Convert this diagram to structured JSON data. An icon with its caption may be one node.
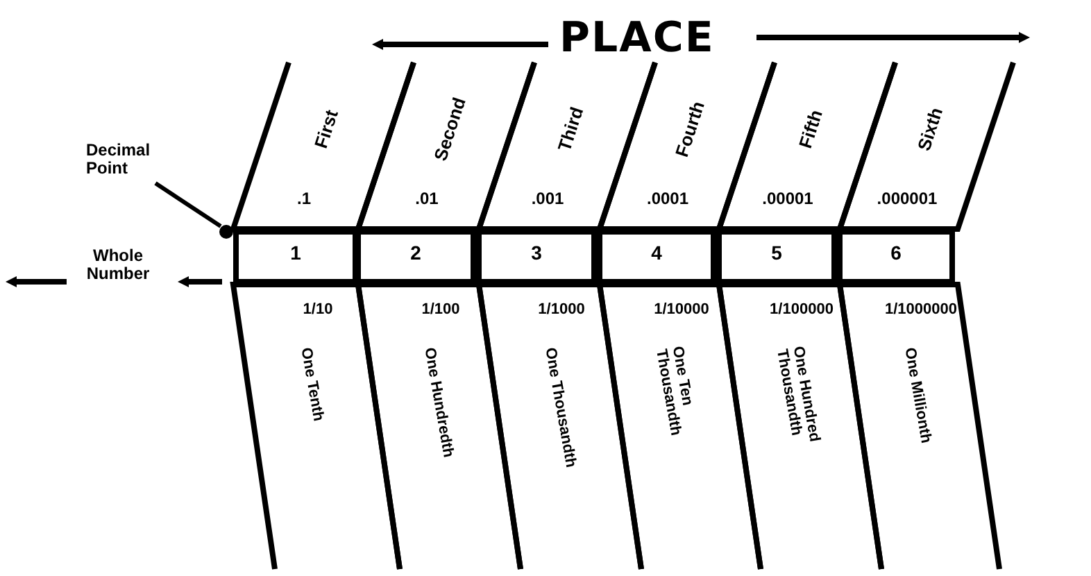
{
  "diagram": {
    "nodes": [
      {
        "text": [
          "Decimal Point"
        ]
      },
      {
        "text": [],
        "shape": "circle"
      },
      {
        "text": [
          "First",
          ".1"
        ]
      },
      {
        "text": [
          "Second",
          ".01"
        ]
      },
      {
        "text": [
          "Third",
          ".001"
        ]
      },
      {
        "text": [
          "Fourth",
          ".0001"
        ]
      },
      {
        "text": [
          "Fifth",
          ".00001"
        ]
      },
      {
        "text": [
          "Sixth",
          ".000001"
        ]
      },
      {
        "text": [
          "1"
        ]
      },
      {
        "text": [
          "2"
        ]
      },
      {
        "text": [
          "3"
        ]
      },
      {
        "text": [
          "4"
        ]
      },
      {
        "text": [
          "5"
        ]
      },
      {
        "text": [
          "6"
        ]
      },
      {
        "text": [
          "1/10",
          "One Tenth"
        ]
      },
      {
        "text": [
          "1/100",
          "One Hundredth"
        ]
      },
      {
        "text": [
          "1/1000",
          "One Thousandth"
        ]
      },
      {
        "text": [
          "1/10000",
          "One Ten Thousandth"
        ]
      },
      {
        "text": [
          "1/100000",
          "One Hundred Thousandth"
        ]
      },
      {
        "text": [
          "1/1000000",
          "One Millionth"
        ]
      }
    ],
    "edges": [
      {
        "from": 0,
        "to": 1,
        "arrow": "none"
      }
    ],
    "labels": [
      "PLACE",
      "Whole Number"
    ]
  }
}
